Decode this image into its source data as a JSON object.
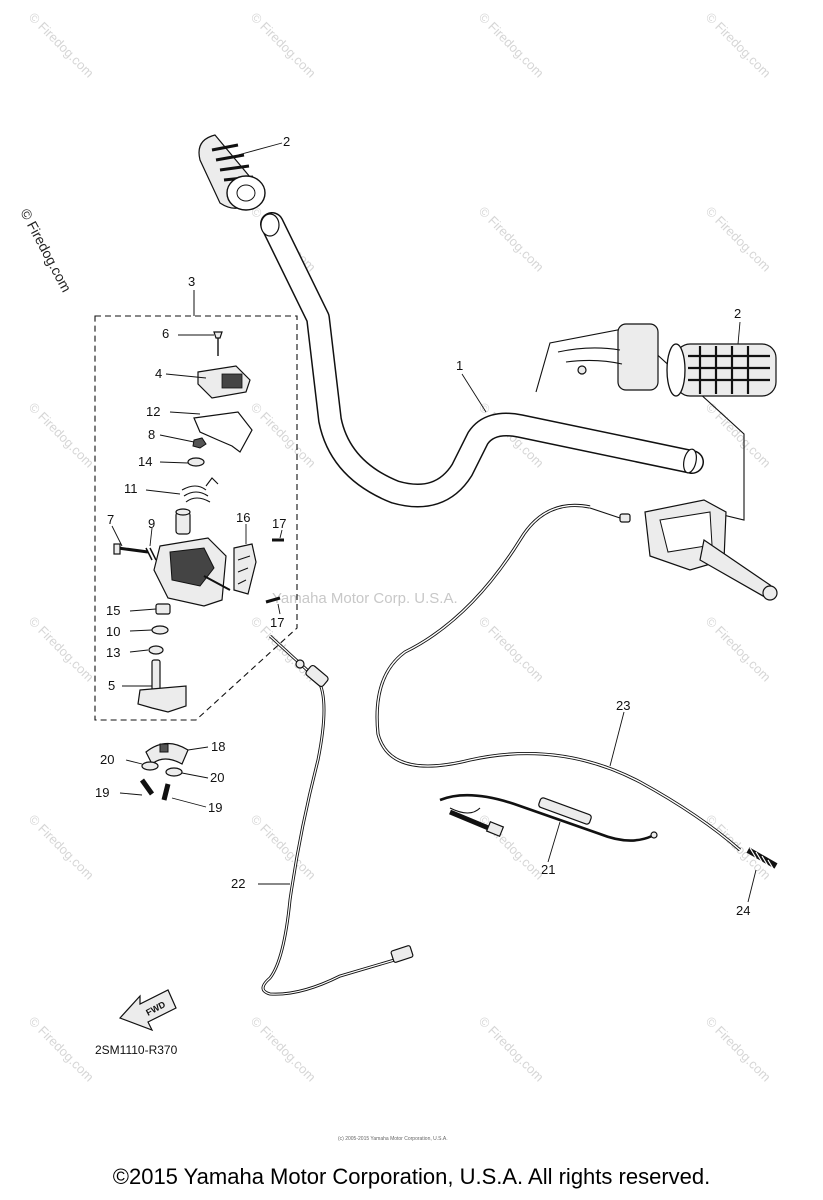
{
  "watermark": {
    "text": "© Firedog.com",
    "center_text": "Yamaha Motor Corp. U.S.A.",
    "fine_print": "(c) 2005-2015 Yamaha Motor Corporation, U.S.A."
  },
  "diagram": {
    "code": "2SM1110-R370",
    "fwd_label": "FWD",
    "callouts": [
      "1",
      "2",
      "2",
      "3",
      "4",
      "5",
      "6",
      "7",
      "8",
      "9",
      "10",
      "11",
      "12",
      "13",
      "14",
      "15",
      "16",
      "17",
      "17",
      "18",
      "19",
      "19",
      "20",
      "20",
      "21",
      "22",
      "23",
      "24"
    ]
  },
  "footer": {
    "copyright": "©2015 Yamaha Motor Corporation, U.S.A. All rights reserved."
  }
}
